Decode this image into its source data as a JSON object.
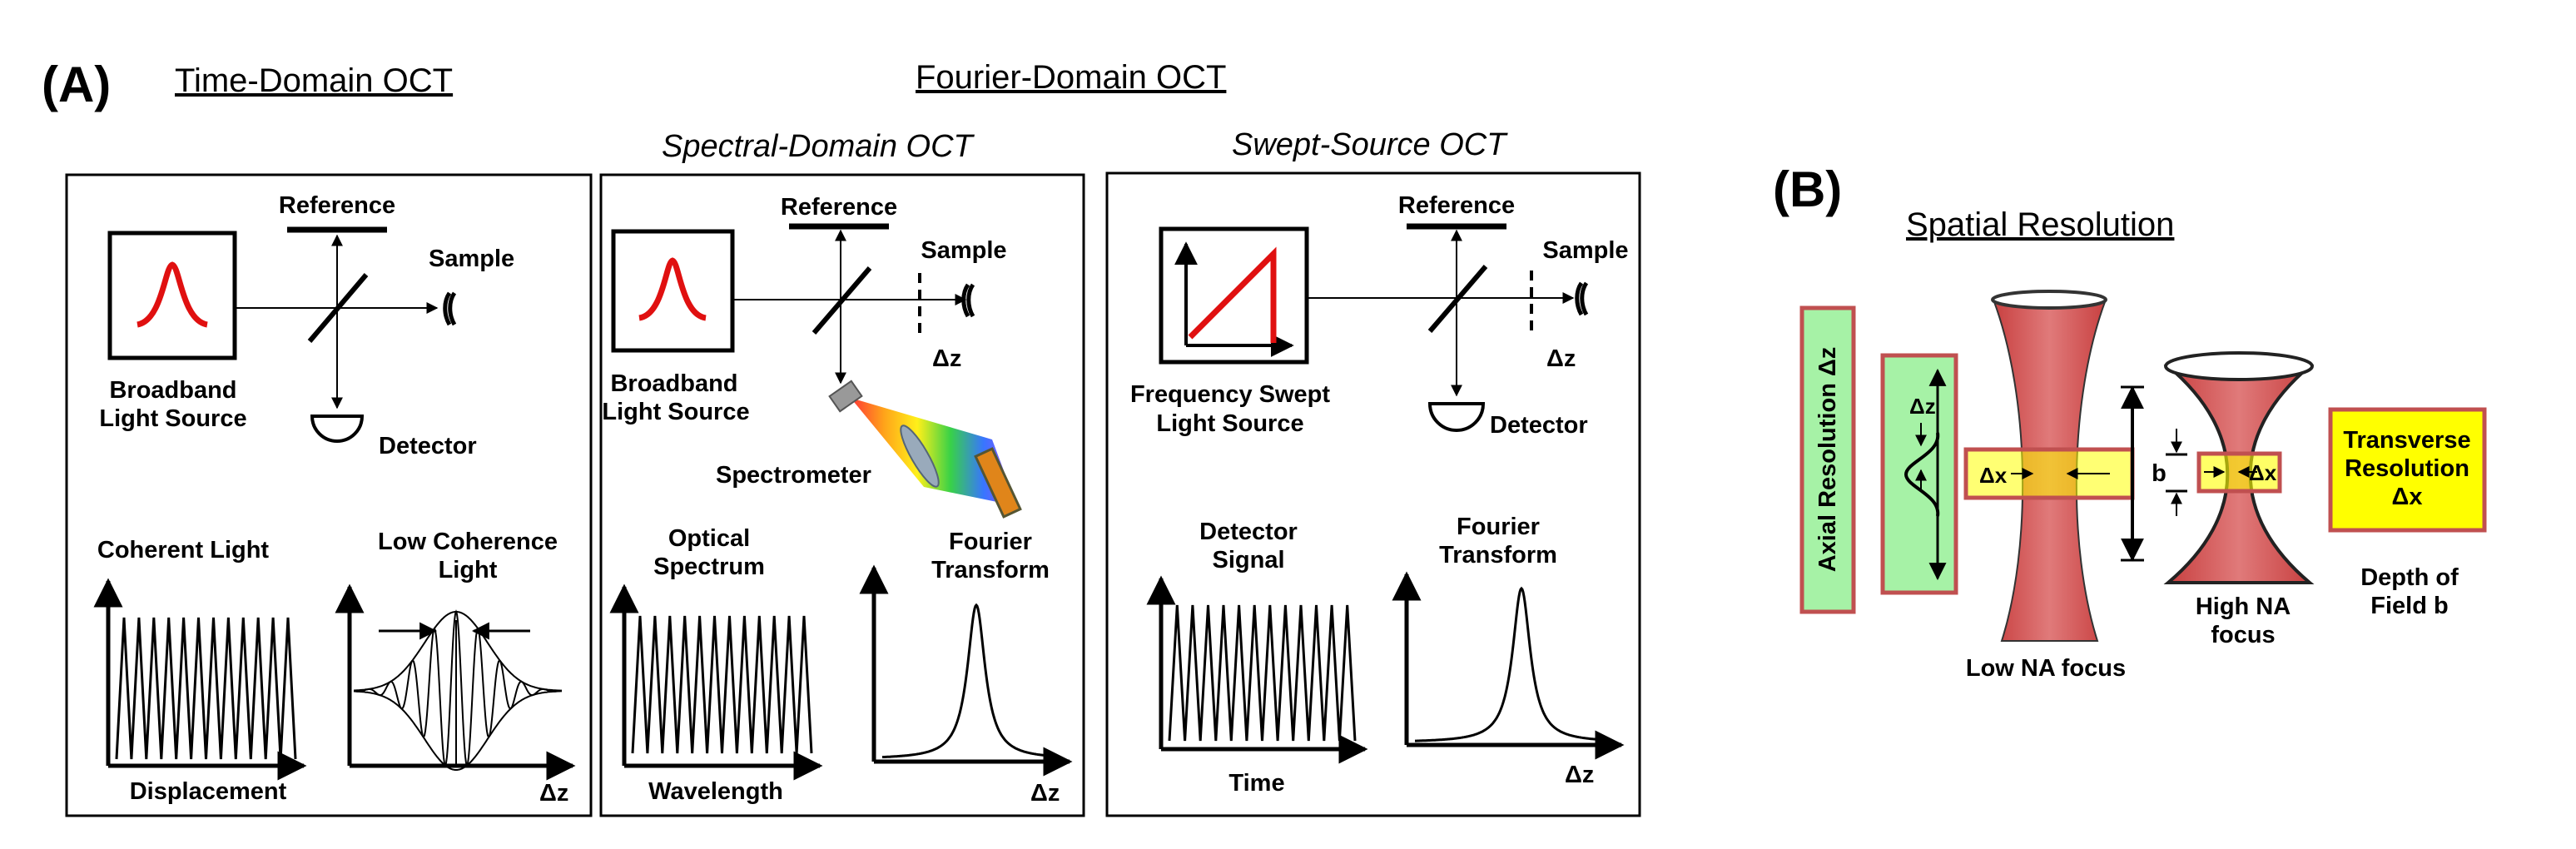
{
  "panel_a": {
    "letter": "(A)",
    "time_domain": {
      "heading": "Time-Domain OCT",
      "reference": "Reference",
      "sample": "Sample",
      "source_line1": "Broadband",
      "source_line2": "Light Source",
      "detector": "Detector",
      "coherent_light": "Coherent Light",
      "low_coherence_line1": "Low Coherence",
      "low_coherence_line2": "Light",
      "displacement": "Displacement",
      "dz": "Δz"
    },
    "fourier_heading": "Fourier-Domain OCT",
    "spectral_domain": {
      "heading": "Spectral-Domain OCT",
      "reference": "Reference",
      "sample": "Sample",
      "dz_sample": "Δz",
      "source_line1": "Broadband",
      "source_line2": "Light Source",
      "spectrometer": "Spectrometer",
      "optical_line1": "Optical",
      "optical_line2": "Spectrum",
      "fourier_line1": "Fourier",
      "fourier_line2": "Transform",
      "wavelength": "Wavelength",
      "dz": "Δz"
    },
    "swept_source": {
      "heading": "Swept-Source OCT",
      "reference": "Reference",
      "sample": "Sample",
      "dz_sample": "Δz",
      "source_line1": "Frequency Swept",
      "source_line2": "Light Source",
      "detector": "Detector",
      "signal_line1": "Detector",
      "signal_line2": "Signal",
      "fourier_line1": "Fourier",
      "fourier_line2": "Transform",
      "time": "Time",
      "dz": "Δz"
    }
  },
  "panel_b": {
    "letter": "(B)",
    "heading": "Spatial Resolution",
    "axial_resolution": "Axial Resolution Δz",
    "dz_small": "Δz",
    "dx_left": "Δx",
    "dx_right": "Δx",
    "b_label": "b",
    "low_na": "Low NA focus",
    "high_na_line1": "High NA",
    "high_na_line2": "focus",
    "transverse_line1": "Transverse",
    "transverse_line2": "Resolution",
    "transverse_line3": "Δx",
    "depth_line1": "Depth of",
    "depth_line2": "Field b"
  },
  "colors": {
    "gaussian_red": "#e01010",
    "beam_red": "#cc3333",
    "box_green": "#a6f2a6",
    "box_green_border": "#c05050",
    "box_yellow": "#ffff00"
  }
}
